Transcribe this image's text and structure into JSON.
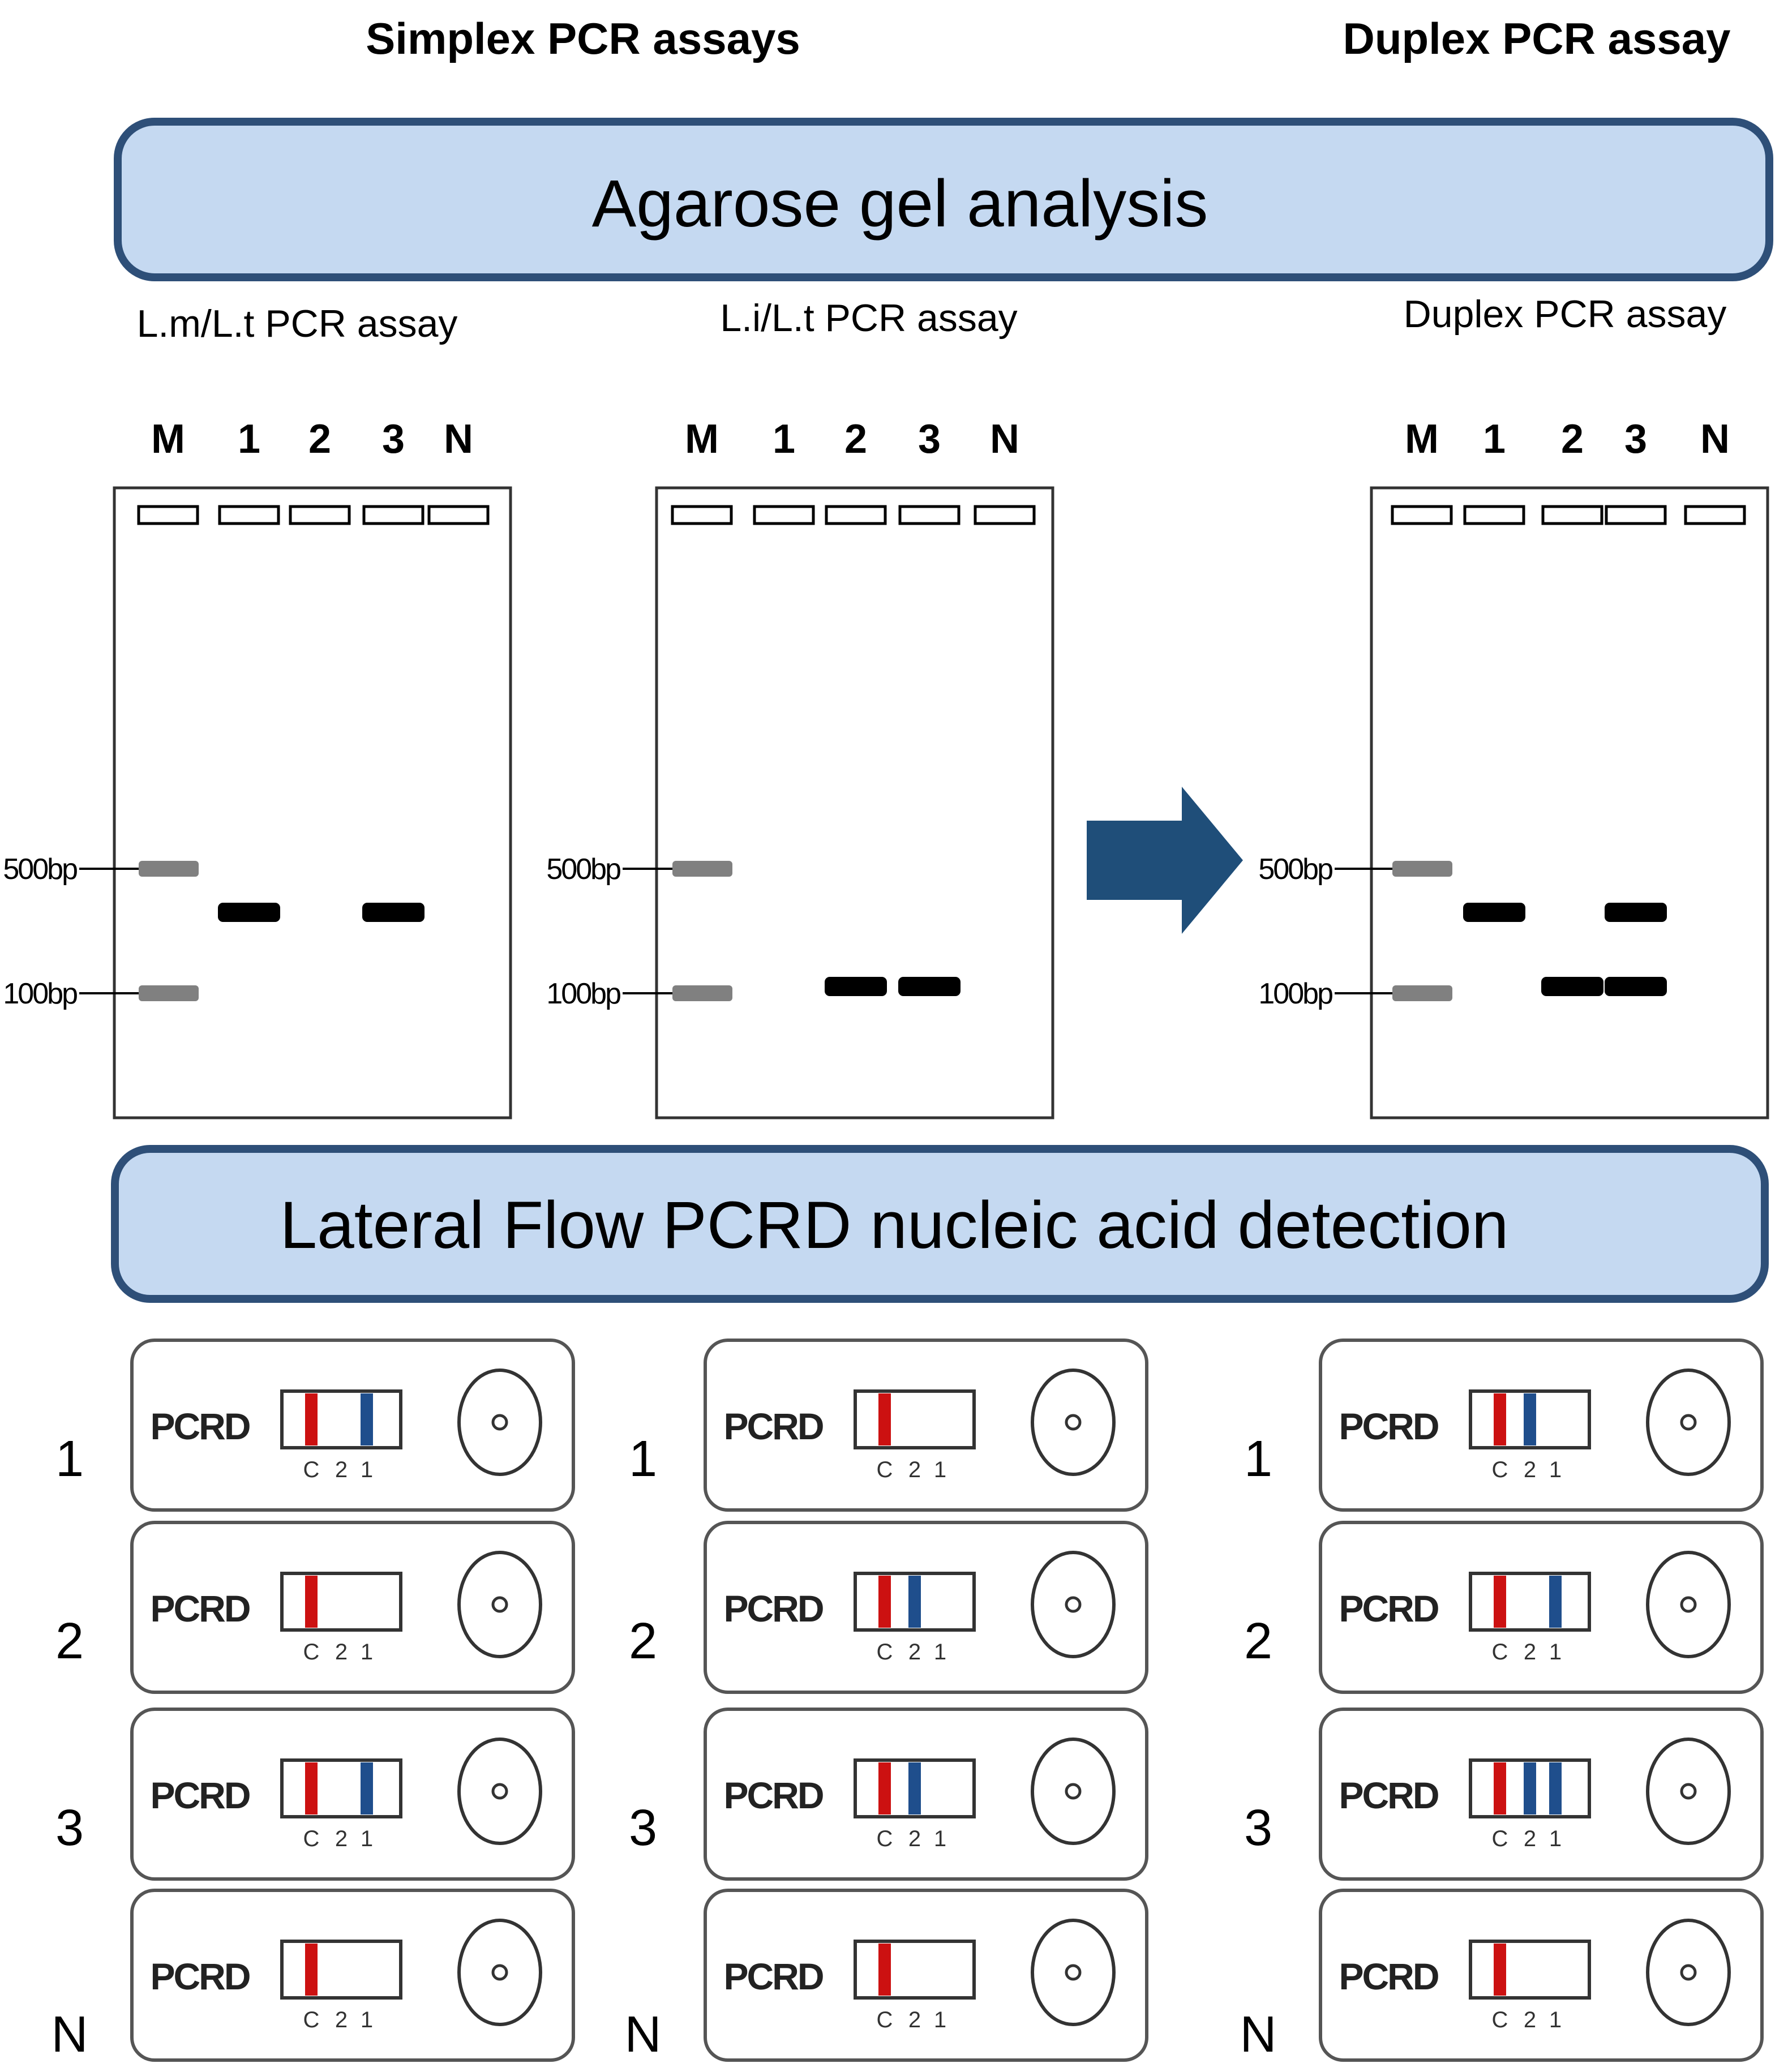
{
  "headers": {
    "simplex": "Simplex PCR assays",
    "duplex": "Duplex PCR assay"
  },
  "banners": {
    "gel": "Agarose gel analysis",
    "lateral_flow": "Lateral Flow PCRD nucleic acid detection"
  },
  "colors": {
    "banner_fill": "#c5d9f1",
    "banner_border": "#2e4f78",
    "arrow": "#1f4e79",
    "control_line": "#cc1111",
    "test_line": "#1f4e8c",
    "band_dark": "#000000",
    "band_marker": "#808080"
  },
  "gels": [
    {
      "title": "L.m/L.t PCR assay",
      "lanes": [
        "M",
        "1",
        "2",
        "3",
        "N"
      ],
      "ladder": [
        "500bp",
        "100bp"
      ],
      "bands": [
        {
          "lane": "1",
          "size": "mid"
        },
        {
          "lane": "3",
          "size": "mid"
        }
      ]
    },
    {
      "title": "L.i/L.t PCR assay",
      "lanes": [
        "M",
        "1",
        "2",
        "3",
        "N"
      ],
      "ladder": [
        "500bp",
        "100bp"
      ],
      "bands": [
        {
          "lane": "2",
          "size": "100"
        },
        {
          "lane": "3",
          "size": "100"
        }
      ]
    },
    {
      "title": "Duplex PCR assay",
      "lanes": [
        "M",
        "1",
        "2",
        "3",
        "N"
      ],
      "ladder": [
        "500bp",
        "100bp"
      ],
      "bands": [
        {
          "lane": "1",
          "size": "mid"
        },
        {
          "lane": "3",
          "size": "mid"
        },
        {
          "lane": "2",
          "size": "100"
        },
        {
          "lane": "3",
          "size": "100"
        }
      ]
    }
  ],
  "strips": {
    "device_label": "PCRD",
    "window_labels": [
      "C",
      "2",
      "1"
    ],
    "columns": [
      {
        "rows": [
          {
            "label": "1",
            "lines": [
              "C",
              "1"
            ]
          },
          {
            "label": "2",
            "lines": [
              "C"
            ]
          },
          {
            "label": "3",
            "lines": [
              "C",
              "1"
            ]
          },
          {
            "label": "N",
            "lines": [
              "C"
            ]
          }
        ]
      },
      {
        "rows": [
          {
            "label": "1",
            "lines": [
              "C"
            ]
          },
          {
            "label": "2",
            "lines": [
              "C",
              "2"
            ]
          },
          {
            "label": "3",
            "lines": [
              "C",
              "2"
            ]
          },
          {
            "label": "N",
            "lines": [
              "C"
            ]
          }
        ]
      },
      {
        "rows": [
          {
            "label": "1",
            "lines": [
              "C",
              "2"
            ]
          },
          {
            "label": "2",
            "lines": [
              "C",
              "1"
            ]
          },
          {
            "label": "3",
            "lines": [
              "C",
              "2",
              "1"
            ]
          },
          {
            "label": "N",
            "lines": [
              "C"
            ]
          }
        ]
      }
    ]
  }
}
